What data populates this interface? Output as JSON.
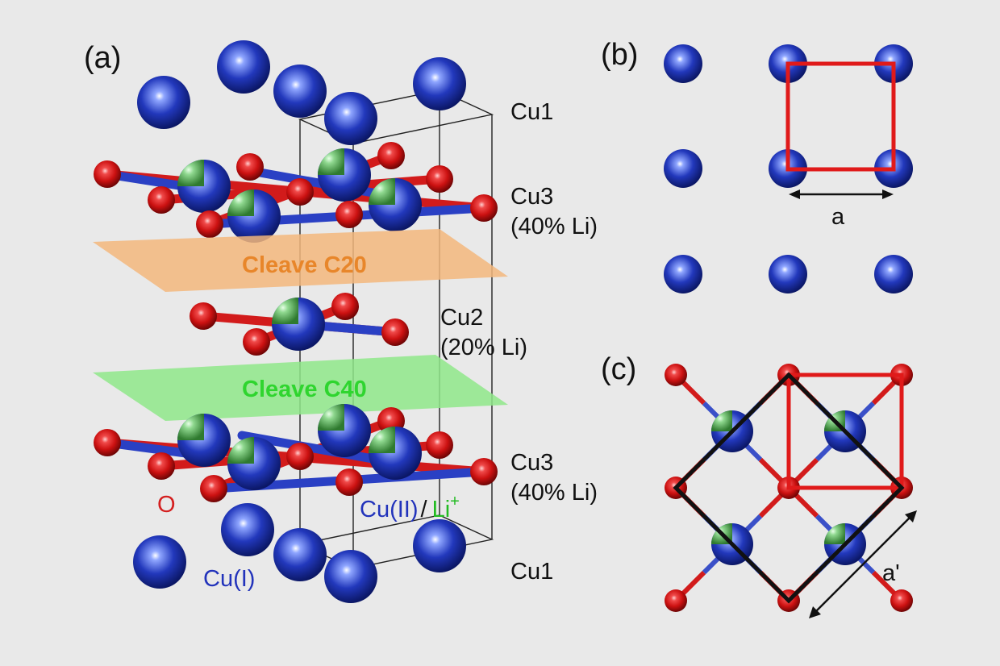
{
  "panels": {
    "a": {
      "label": "(a)",
      "site_labels": {
        "cu1_top": "Cu1",
        "cu3_top": "Cu3",
        "cu3_top_li": "(40% Li)",
        "cu2": "Cu2",
        "cu2_li": "(20% Li)",
        "cu3_bottom": "Cu3",
        "cu3_bottom_li": "(40% Li)",
        "cu1_bottom": "Cu1"
      },
      "cleave_planes": [
        {
          "label": "Cleave C20",
          "fill": "#f3b77d",
          "text_color": "#e8862a"
        },
        {
          "label": "Cleave C40",
          "fill": "#8fe88a",
          "text_color": "#2fd52f"
        }
      ],
      "legend": {
        "oxygen": "O",
        "cu_ii": "Cu(II)",
        "slash": "/",
        "li": "Li",
        "li_charge": "+",
        "cu_i": "Cu(I)"
      }
    },
    "b": {
      "label": "(b)",
      "lattice_label": "a"
    },
    "c": {
      "label": "(c)",
      "lattice_label": "a'"
    }
  },
  "colors": {
    "copper_blue": "#1e35b5",
    "oxygen_red": "#d31818",
    "lithium_green": "#6fc46f",
    "cell_red": "#e01a1a",
    "cell_black": "#111111",
    "label_blue": "#2233bb",
    "label_red": "#d42020",
    "label_green": "#22bb22"
  }
}
